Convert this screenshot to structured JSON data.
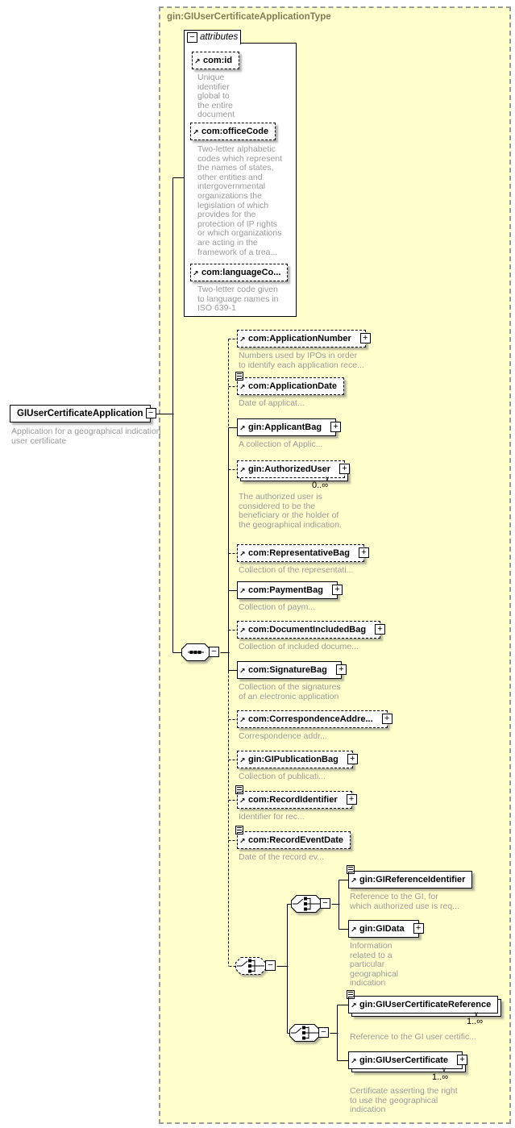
{
  "type_container": {
    "title": "gin:GIUserCertificateApplicationType"
  },
  "attributes_group": {
    "header": "attributes",
    "attributes": [
      {
        "label": "com:id",
        "description": "Unique\nidentifier\nglobal to\nthe entire\ndocument"
      },
      {
        "label": "com:officeCode",
        "description": "Two-letter alphabetic\ncodes which represent\nthe names of states,\nother entities and\nintergovernmental\norganizations the\nlegislation of which\nprovides for the\nprotection of IP rights\nor which organizations\nare acting in the\nframework of a trea..."
      },
      {
        "label": "com:languageCo...",
        "description": "Two-letter code given\nto language names in\nISO 639-1"
      }
    ]
  },
  "root_element": {
    "label": "GIUserCertificateApplication",
    "description": "Application for a geographical indication\nuser certificate"
  },
  "child_elements": [
    {
      "label": "com:ApplicationNumber",
      "description": "Numbers used by IPOs in order\nto identify each application rece..."
    },
    {
      "label": "com:ApplicationDate",
      "description": "Date of applicat..."
    },
    {
      "label": "gin:ApplicantBag",
      "description": "A collection of Applic..."
    },
    {
      "label": "gin:AuthorizedUser",
      "description": "The authorized user is\nconsidered to be the\nbeneficiary or the holder of\nthe geographical indication.",
      "cardinality": "0..∞"
    },
    {
      "label": "com:RepresentativeBag",
      "description": "Collection of the representati..."
    },
    {
      "label": "com:PaymentBag",
      "description": "Collection of paym..."
    },
    {
      "label": "com:DocumentIncludedBag",
      "description": "Collection of included docume..."
    },
    {
      "label": "com:SignatureBag",
      "description": "Collection of the signatures\nof an electronic application"
    },
    {
      "label": "com:CorrespondenceAddre...",
      "description": "Correspondence addr..."
    },
    {
      "label": "gin:GIPublicationBag",
      "description": "Collection of publicati..."
    },
    {
      "label": "com:RecordIdentifier",
      "description": "Identifier for rec..."
    },
    {
      "label": "com:RecordEventDate",
      "description": "Date of the record ev..."
    }
  ],
  "choice_elements": [
    {
      "label": "gin:GIReferenceIdentifier",
      "description": "Reference to the GI, for\nwhich authorized use is req..."
    },
    {
      "label": "gin:GIData",
      "description": "Information\nrelated to a\nparticular\ngeographical\nindication"
    },
    {
      "label": "gin:GIUserCertificateReference",
      "description": "Reference to the GI user certific...",
      "cardinality": "1..∞"
    },
    {
      "label": "gin:GIUserCertificate",
      "description": "Certificate asserting the right\nto use the geographical\nindication",
      "cardinality": "1..∞"
    }
  ],
  "icons": {
    "collapse": "−",
    "expand": "+",
    "reference_arrow": "↗",
    "more_chevron": "∨"
  }
}
